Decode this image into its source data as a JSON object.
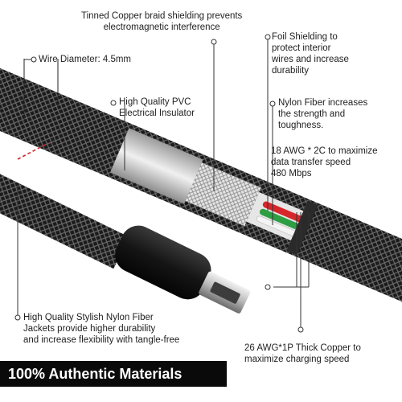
{
  "labels": {
    "braid": [
      "Tinned Copper braid shielding prevents",
      "electromagnetic interference"
    ],
    "foil": [
      "Foil Shielding to",
      "protect interior",
      "wires and increase",
      "durability"
    ],
    "diameter": "Wire Diameter: 4.5mm",
    "pvc": [
      "High Quality PVC",
      "Electrical Insulator"
    ],
    "nylon_fiber": [
      "Nylon Fiber increases",
      "the strength and",
      "toughness."
    ],
    "awg18": [
      "18 AWG * 2C to maximize",
      "data transfer speed",
      "480 Mbps"
    ],
    "jacket": [
      "High Quality Stylish Nylon Fiber",
      "Jackets provide higher durability",
      "and increase flexibility with tangle-free"
    ],
    "awg26": [
      "26 AWG*1P  Thick Copper to",
      "maximize charging speed"
    ]
  },
  "banner": {
    "text": "100% Authentic Materials"
  },
  "colors": {
    "cable": "#1a1a1a",
    "braid_highlight": "#6e6e6e",
    "pvc": "#cfcfcf",
    "red_wire": "#d7262b",
    "green_wire": "#2e9e44",
    "measure": "#d7262b"
  },
  "icons": [
    "callout-dot-icon",
    "micro-usb-connector-icon"
  ]
}
